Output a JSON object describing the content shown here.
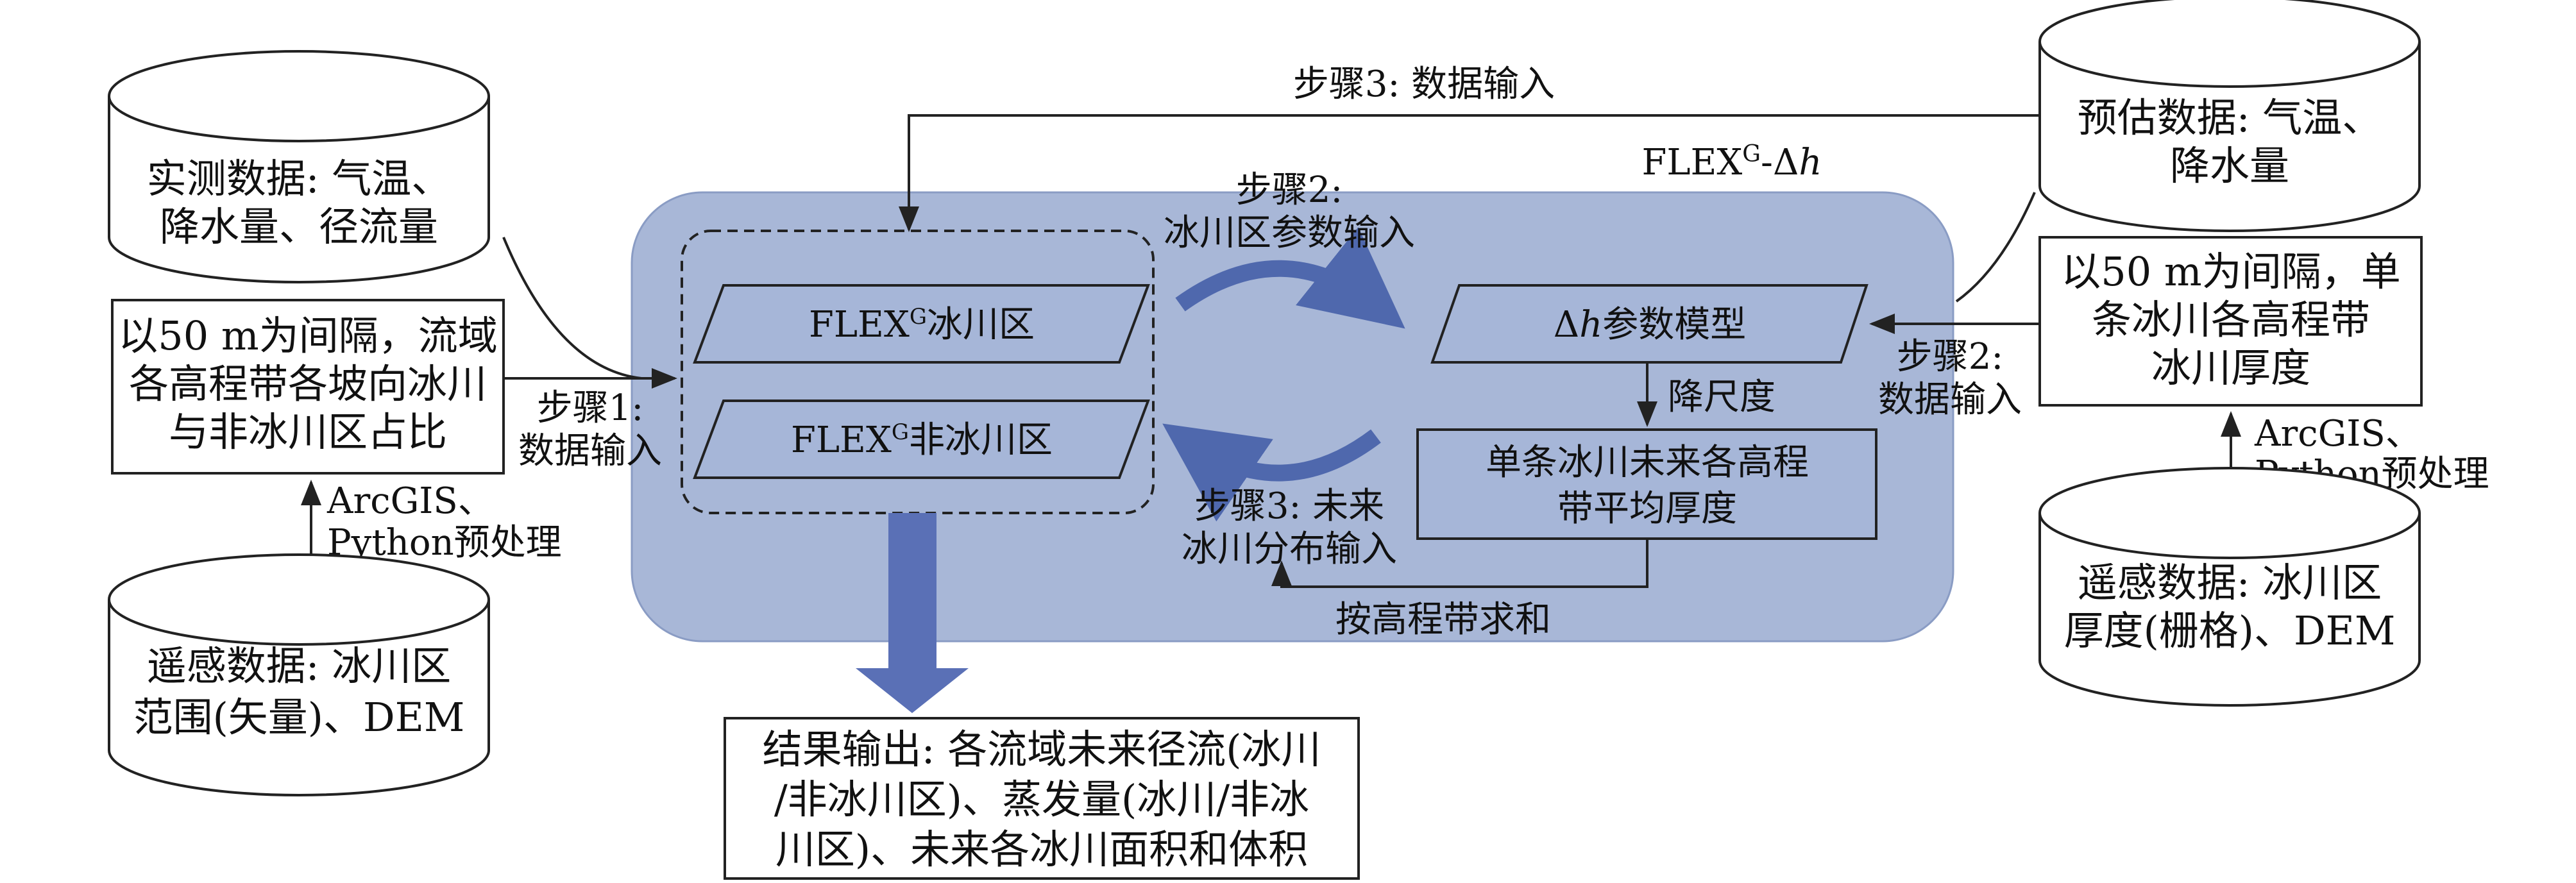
{
  "colors": {
    "model_panel": "#a8b7d7",
    "model_panel_edge": "#8a9cc4",
    "node_fill": "#a6b6d8",
    "output_arrow": "#5a70b6",
    "cycle_arrow": "#4f68ad",
    "line": "#222222"
  },
  "model_panel": {
    "title_prefix": "FLEX",
    "title_sup": "G",
    "title_mid": "-Δ",
    "title_italic": "h"
  },
  "data_sources": {
    "observed": [
      "实测数据: 气温、",
      "降水量、径流量"
    ],
    "aspect_ratio": [
      "以50 m为间隔，流域",
      "各高程带各坡向冰川",
      "与非冰川区占比"
    ],
    "rs_extent": [
      "遥感数据: 冰川区",
      "范围(矢量)、DEM"
    ],
    "projected": [
      "预估数据: 气温、",
      "降水量"
    ],
    "thickness": [
      "以50 m为间隔，单",
      "条冰川各高程带",
      "冰川厚度"
    ],
    "rs_thickness": [
      "遥感数据: 冰川区",
      "厚度(栅格)、DEM"
    ]
  },
  "preprocess": [
    "ArcGIS、",
    "Python预处理"
  ],
  "modules": {
    "glacier_prefix": "FLEX",
    "glacier_sup": "G",
    "glacier_suffix": "冰川区",
    "nonglacier_prefix": "FLEX",
    "nonglacier_sup": "G",
    "nonglacier_suffix": "非冰川区",
    "dh_prefix": "Δ",
    "dh_italic": "h",
    "dh_suffix": "参数模型",
    "thickness_result": [
      "单条冰川未来各高程",
      "带平均厚度"
    ]
  },
  "steps": {
    "step1": [
      "步骤1:",
      "数据输入"
    ],
    "step2_input": [
      "步骤2:",
      "数据输入"
    ],
    "step2_params": [
      "步骤2:",
      "冰川区参数输入"
    ],
    "step3_top": "步骤3: 数据输入",
    "step3_future": [
      "步骤3: 未来",
      "冰川分布输入"
    ],
    "downscale": "降尺度",
    "sum_by_band": "按高程带求和"
  },
  "output": [
    "结果输出: 各流域未来径流(冰川",
    "/非冰川区)、蒸发量(冰川/非冰",
    "川区)、未来各冰川面积和体积"
  ]
}
